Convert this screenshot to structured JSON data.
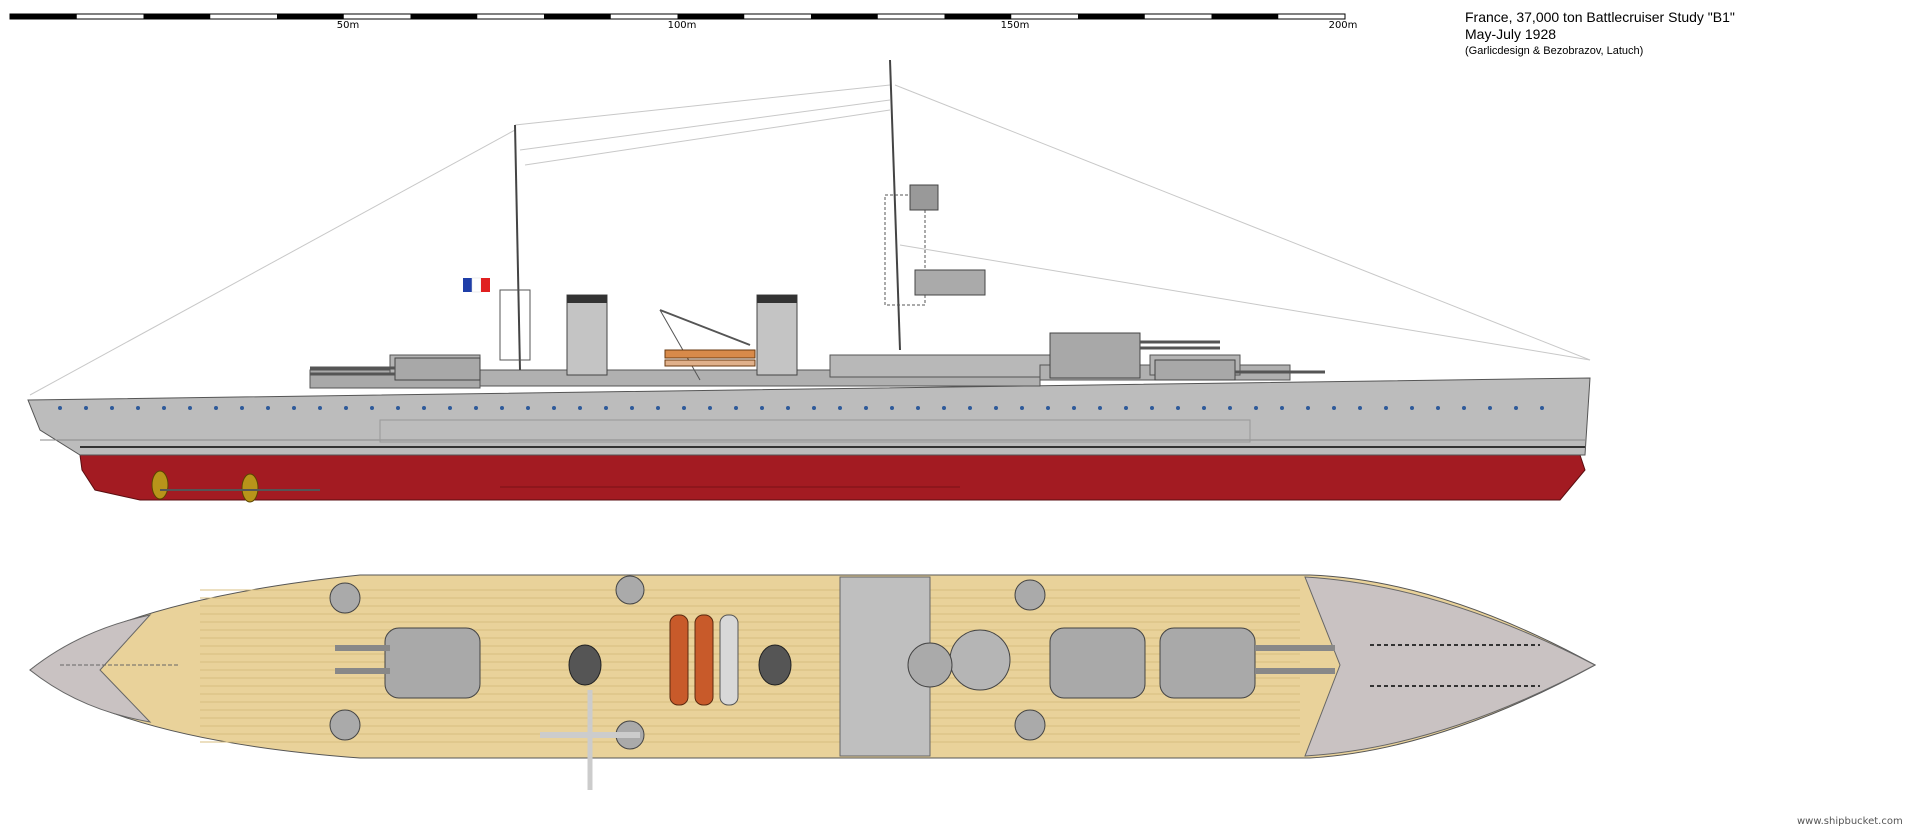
{
  "scale": {
    "labels": [
      "50m",
      "100m",
      "150m",
      "200m"
    ]
  },
  "header": {
    "title": "France, 37,000 ton Battlecruiser Study \"B1\"",
    "date": "May-July 1928",
    "credits": "(Garlicdesign & Bezobrazov, Latuch)"
  },
  "footer": {
    "watermark": "www.shipbucket.com"
  },
  "colors": {
    "hull_red": "#a31b22",
    "hull_grey": "#bcbcbc",
    "superstructure_grey": "#a9a9a9",
    "deck_wood": "#e9d29a",
    "deck_grey": "#bfbfbf",
    "porthole_blue": "#2e5a9a",
    "flag_blue": "#1f3ea8",
    "flag_red": "#e02020"
  }
}
